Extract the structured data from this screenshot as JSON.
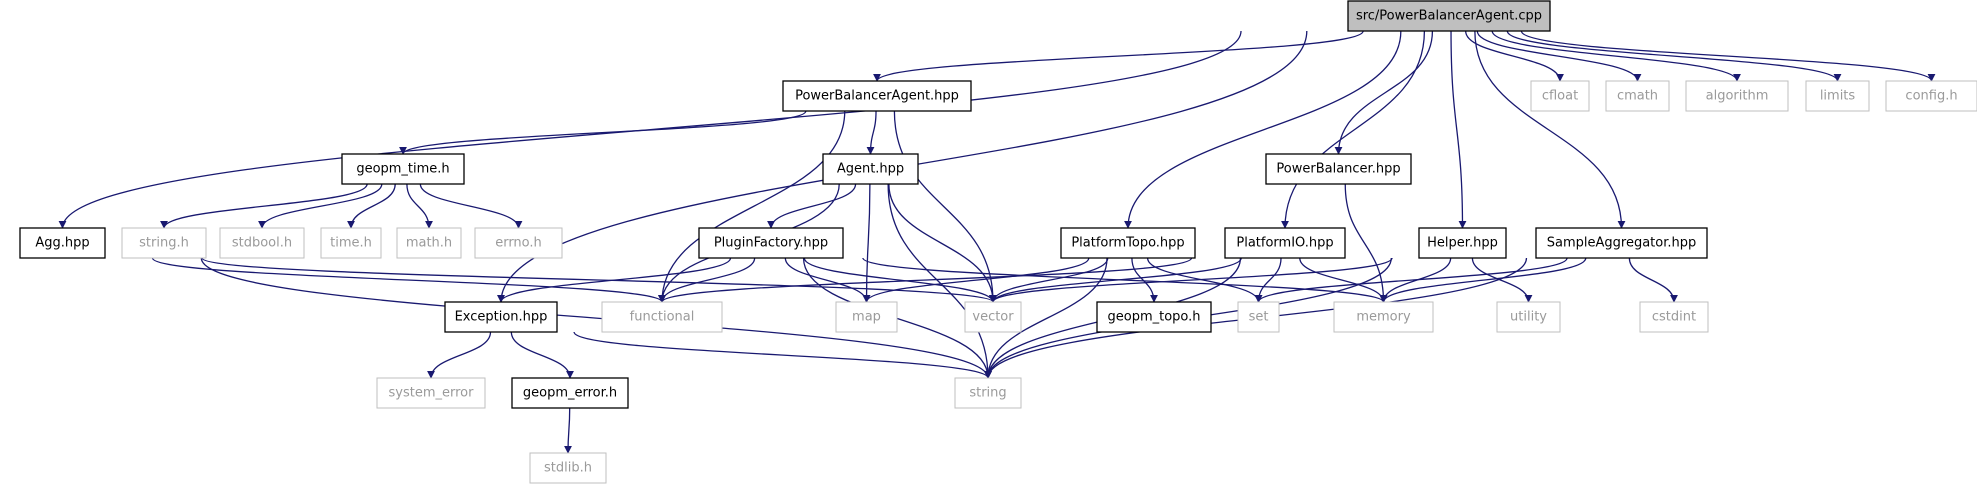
{
  "graph": {
    "nodes": [
      {
        "id": "root",
        "label": "src/PowerBalancerAgent.cpp",
        "kind": "root"
      },
      {
        "id": "pba",
        "label": "PowerBalancerAgent.hpp",
        "kind": "header"
      },
      {
        "id": "cfloat",
        "label": "cfloat",
        "kind": "external"
      },
      {
        "id": "cmath",
        "label": "cmath",
        "kind": "external"
      },
      {
        "id": "algorithm",
        "label": "algorithm",
        "kind": "external"
      },
      {
        "id": "limits",
        "label": "limits",
        "kind": "external"
      },
      {
        "id": "config",
        "label": "config.h",
        "kind": "external"
      },
      {
        "id": "gtime",
        "label": "geopm_time.h",
        "kind": "header"
      },
      {
        "id": "agent",
        "label": "Agent.hpp",
        "kind": "header"
      },
      {
        "id": "pbal",
        "label": "PowerBalancer.hpp",
        "kind": "header"
      },
      {
        "id": "agg",
        "label": "Agg.hpp",
        "kind": "header"
      },
      {
        "id": "stringh",
        "label": "string.h",
        "kind": "external"
      },
      {
        "id": "stdbool",
        "label": "stdbool.h",
        "kind": "external"
      },
      {
        "id": "timeh",
        "label": "time.h",
        "kind": "external"
      },
      {
        "id": "mathh",
        "label": "math.h",
        "kind": "external"
      },
      {
        "id": "errno",
        "label": "errno.h",
        "kind": "external"
      },
      {
        "id": "pfact",
        "label": "PluginFactory.hpp",
        "kind": "header"
      },
      {
        "id": "ptopo",
        "label": "PlatformTopo.hpp",
        "kind": "header"
      },
      {
        "id": "pio",
        "label": "PlatformIO.hpp",
        "kind": "header"
      },
      {
        "id": "helper",
        "label": "Helper.hpp",
        "kind": "header"
      },
      {
        "id": "saggr",
        "label": "SampleAggregator.hpp",
        "kind": "header"
      },
      {
        "id": "functional",
        "label": "functional",
        "kind": "external"
      },
      {
        "id": "map",
        "label": "map",
        "kind": "external"
      },
      {
        "id": "vector",
        "label": "vector",
        "kind": "external"
      },
      {
        "id": "gtopo",
        "label": "geopm_topo.h",
        "kind": "header"
      },
      {
        "id": "set",
        "label": "set",
        "kind": "external"
      },
      {
        "id": "memory",
        "label": "memory",
        "kind": "external"
      },
      {
        "id": "utility",
        "label": "utility",
        "kind": "external"
      },
      {
        "id": "cstdint",
        "label": "cstdint",
        "kind": "external"
      },
      {
        "id": "exception",
        "label": "Exception.hpp",
        "kind": "header"
      },
      {
        "id": "syserr",
        "label": "system_error",
        "kind": "external"
      },
      {
        "id": "gerr",
        "label": "geopm_error.h",
        "kind": "header"
      },
      {
        "id": "string",
        "label": "string",
        "kind": "external"
      },
      {
        "id": "stdlib",
        "label": "stdlib.h",
        "kind": "external"
      }
    ],
    "edges": [
      [
        "root",
        "pba"
      ],
      [
        "root",
        "exception"
      ],
      [
        "root",
        "agg"
      ],
      [
        "root",
        "ptopo"
      ],
      [
        "root",
        "pio"
      ],
      [
        "root",
        "pbal"
      ],
      [
        "root",
        "helper"
      ],
      [
        "root",
        "saggr"
      ],
      [
        "root",
        "cfloat"
      ],
      [
        "root",
        "cmath"
      ],
      [
        "root",
        "algorithm"
      ],
      [
        "root",
        "limits"
      ],
      [
        "root",
        "config"
      ],
      [
        "pba",
        "gtime"
      ],
      [
        "pba",
        "agent"
      ],
      [
        "pba",
        "functional"
      ],
      [
        "pba",
        "vector"
      ],
      [
        "gtime",
        "stringh"
      ],
      [
        "gtime",
        "stdbool"
      ],
      [
        "gtime",
        "timeh"
      ],
      [
        "gtime",
        "mathh"
      ],
      [
        "gtime",
        "errno"
      ],
      [
        "agent",
        "pfact"
      ],
      [
        "agent",
        "functional"
      ],
      [
        "agent",
        "map"
      ],
      [
        "agent",
        "vector"
      ],
      [
        "agent",
        "string"
      ],
      [
        "pfact",
        "exception"
      ],
      [
        "pfact",
        "functional"
      ],
      [
        "pfact",
        "map"
      ],
      [
        "pfact",
        "vector"
      ],
      [
        "pfact",
        "string"
      ],
      [
        "pfact",
        "memory"
      ],
      [
        "agg",
        "functional"
      ],
      [
        "agg",
        "vector"
      ],
      [
        "agg",
        "string"
      ],
      [
        "exception",
        "syserr"
      ],
      [
        "exception",
        "gerr"
      ],
      [
        "exception",
        "string"
      ],
      [
        "gerr",
        "stdlib"
      ],
      [
        "ptopo",
        "map"
      ],
      [
        "ptopo",
        "vector"
      ],
      [
        "ptopo",
        "gtopo"
      ],
      [
        "ptopo",
        "set"
      ],
      [
        "ptopo",
        "string"
      ],
      [
        "pio",
        "functional"
      ],
      [
        "pio",
        "vector"
      ],
      [
        "pio",
        "set"
      ],
      [
        "pio",
        "memory"
      ],
      [
        "pio",
        "string"
      ],
      [
        "pbal",
        "memory"
      ],
      [
        "helper",
        "vector"
      ],
      [
        "helper",
        "memory"
      ],
      [
        "helper",
        "utility"
      ],
      [
        "helper",
        "string"
      ],
      [
        "saggr",
        "set"
      ],
      [
        "saggr",
        "memory"
      ],
      [
        "saggr",
        "cstdint"
      ],
      [
        "saggr",
        "string"
      ]
    ]
  }
}
